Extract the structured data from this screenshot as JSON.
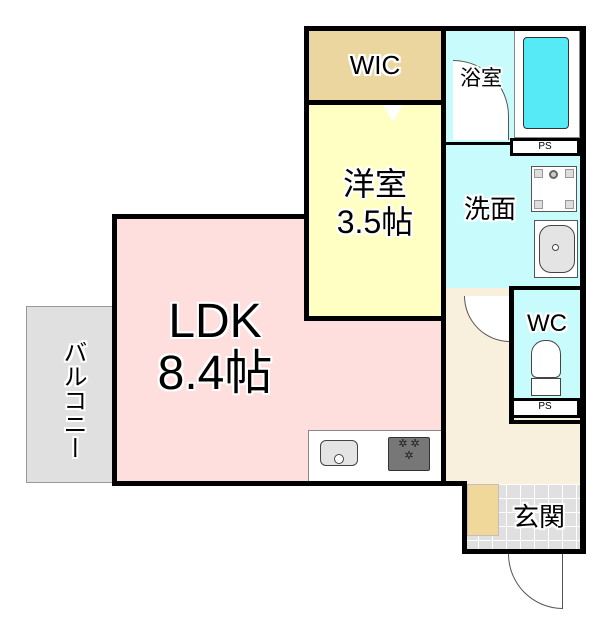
{
  "floorplan": {
    "rooms": {
      "wic": {
        "label": "WIC",
        "color": "#ecd6a0"
      },
      "western": {
        "label": "洋室",
        "size": "3.5帖",
        "color": "#ffffc4"
      },
      "bath": {
        "label": "浴室",
        "color": "#c8fbfb"
      },
      "washroom": {
        "label": "洗面",
        "color": "#c8fbfb"
      },
      "wc": {
        "label": "WC",
        "color": "#c8fbfb"
      },
      "ldk": {
        "label": "LDK",
        "size": "8.4帖",
        "color": "#ffdede"
      },
      "balcony": {
        "label": "バルコニー",
        "color": "#e0e0e0"
      },
      "entrance": {
        "label": "玄関",
        "color": "#e0e0e0"
      },
      "hallway": {
        "color": "#f8f0dc"
      }
    },
    "ps_labels": [
      "PS",
      "PS"
    ]
  }
}
